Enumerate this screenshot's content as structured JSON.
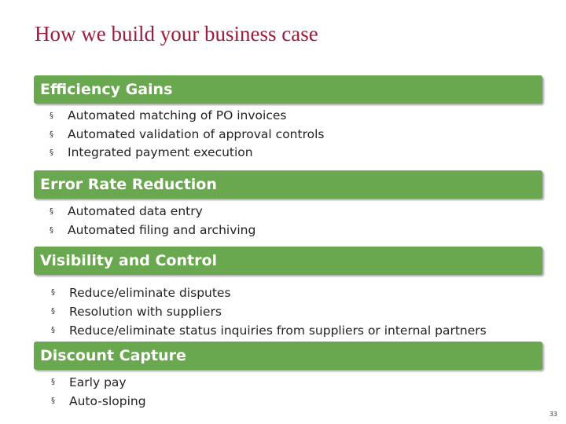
{
  "title": "How we build your business case",
  "bullet_marker": "§",
  "sections": [
    {
      "heading": "Efficiency Gains",
      "bullets": [
        "Automated matching of PO invoices",
        "Automated validation of approval controls",
        "Integrated payment execution"
      ]
    },
    {
      "heading": "Error Rate Reduction",
      "bullets": [
        "Automated data entry",
        "Automated filing and archiving"
      ]
    },
    {
      "heading": "Visibility and Control",
      "bullets": [
        "Reduce/eliminate disputes",
        "Resolution with suppliers",
        "Reduce/eliminate status inquiries from suppliers or internal partners"
      ]
    },
    {
      "heading": "Discount Capture",
      "bullets": [
        "Early pay",
        "Auto-sloping"
      ]
    }
  ],
  "page_number": "33",
  "colors": {
    "title": "#9d1c3c",
    "section_bar": "#6aa84f",
    "section_text": "#ffffff",
    "body_text": "#222222"
  }
}
